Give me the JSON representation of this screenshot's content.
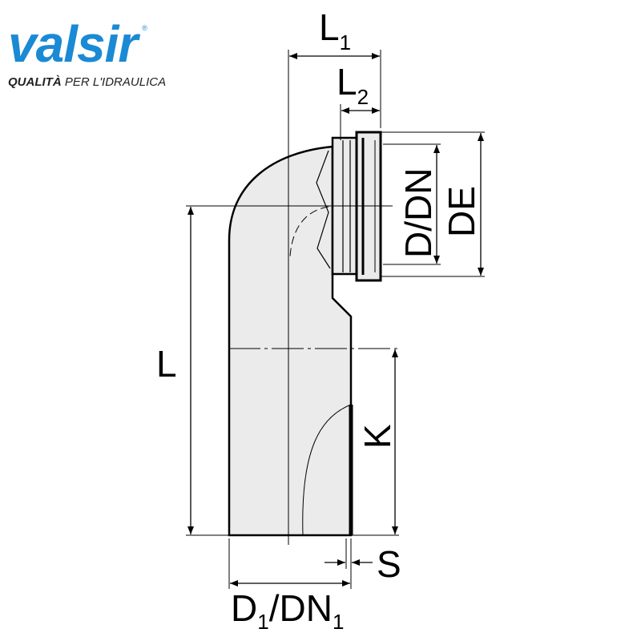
{
  "logo": {
    "brand": "valsir",
    "registered": "®",
    "tagline_bold": "QUALITÀ",
    "tagline_rest": " PER L'IDRAULICA",
    "color": "#1a8ad4"
  },
  "dimensions": {
    "l1": {
      "main": "L",
      "sub": "1"
    },
    "l2": {
      "main": "L",
      "sub": "2"
    },
    "d_dn": "D/DN",
    "de": "DE",
    "l": "L",
    "k": "K",
    "s": "S",
    "d1_dn1": {
      "d": "D",
      "sub1": "1",
      "mid": "/DN",
      "sub2": "1"
    }
  },
  "colors": {
    "pipe_fill": "#ebebeb",
    "line": "#000000"
  }
}
